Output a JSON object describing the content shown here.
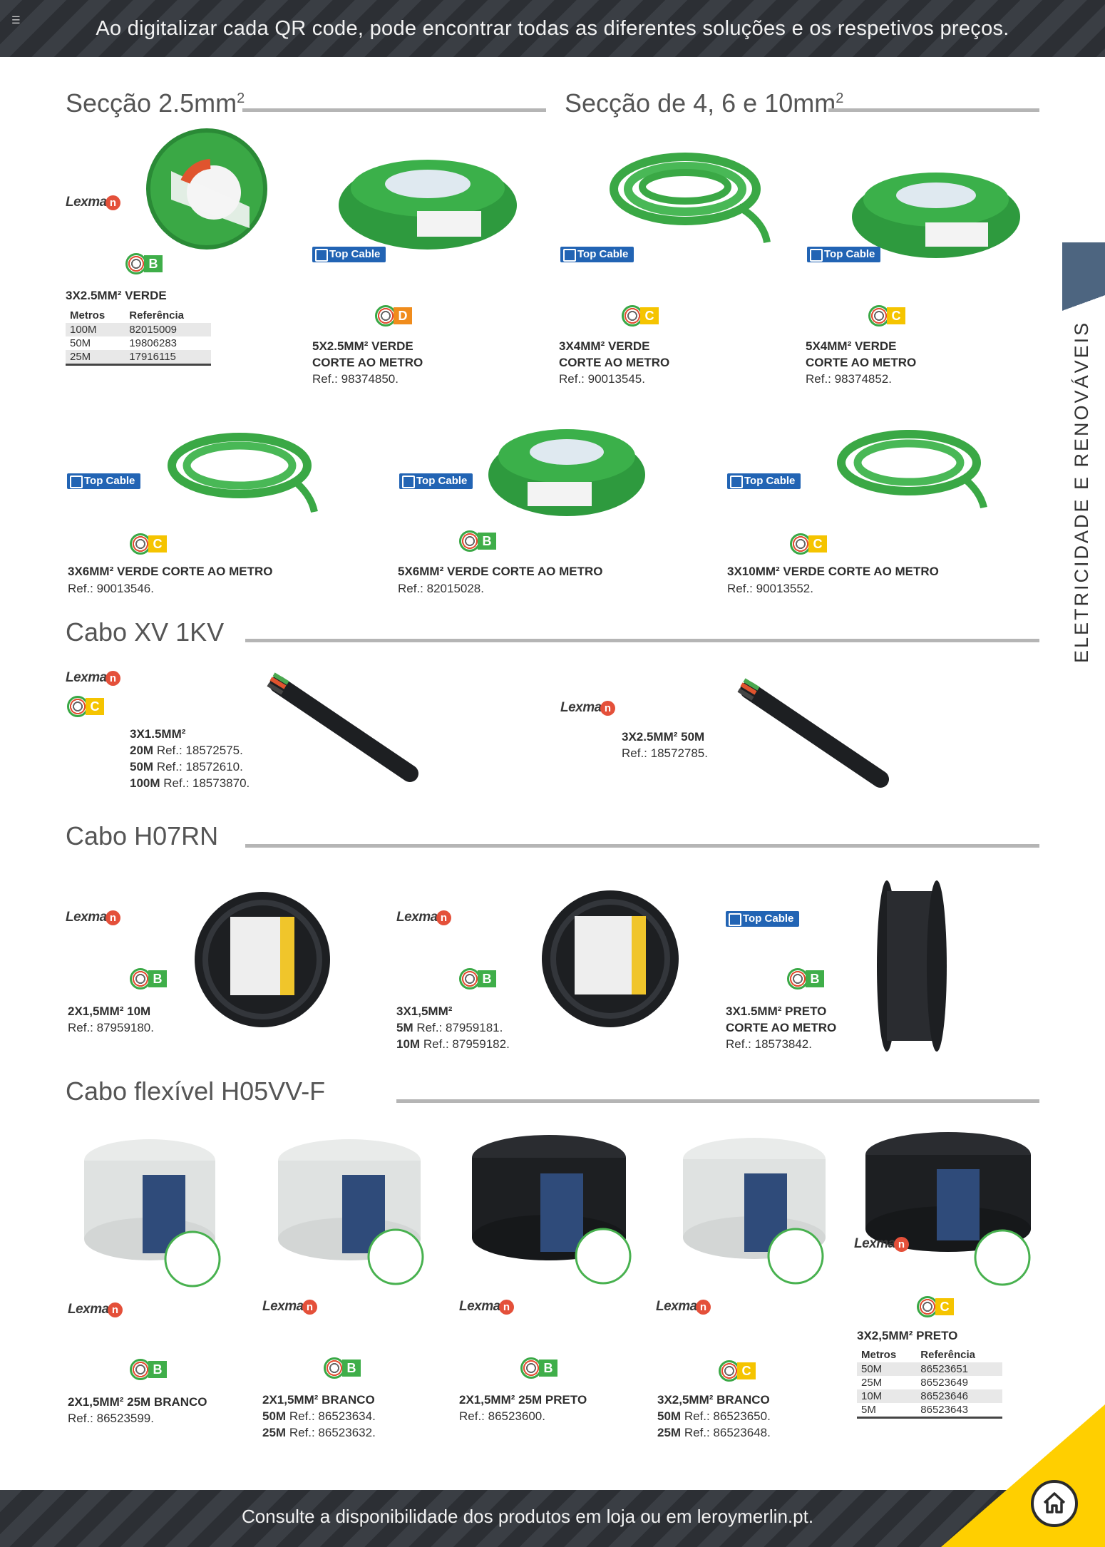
{
  "header": {
    "text": "Ao digitalizar cada QR code, pode encontrar todas as diferentes soluções e os respetivos preços."
  },
  "footer": {
    "text": "Consulte a disponibilidade dos produtos em loja ou em leroymerlin.pt."
  },
  "side_label": "ELETRICIDADE E RENOVÁVEIS",
  "brands": {
    "lexman": "Lexma",
    "lexman_dot": "n",
    "topcable": "Top Cable"
  },
  "sections": {
    "s1": {
      "title": "Secção 2.5mm",
      "sup": "2"
    },
    "s2": {
      "title": "Secção de 4, 6 e 10mm",
      "sup": "2"
    },
    "s3": {
      "title": "Cabo XV 1KV"
    },
    "s4": {
      "title": "Cabo H07RN"
    },
    "s5": {
      "title": "Cabo flexível  H05VV-F"
    }
  },
  "table_headers": {
    "metros": "Metros",
    "referencia": "Referência"
  },
  "products": {
    "p1": {
      "name": "3X2.5MM² VERDE",
      "class": "B",
      "rows": [
        [
          "100M",
          "82015009"
        ],
        [
          "50M",
          "19806283"
        ],
        [
          "25M",
          "17916115"
        ]
      ]
    },
    "p2": {
      "name1": "5X2.5MM² VERDE",
      "name2": "CORTE AO METRO",
      "ref": "Ref.: 98374850.",
      "class": "D"
    },
    "p3": {
      "name1": "3X4MM² VERDE",
      "name2": "CORTE AO METRO",
      "ref": "Ref.: 90013545.",
      "class": "C"
    },
    "p4": {
      "name1": "5X4MM² VERDE",
      "name2": "CORTE AO METRO",
      "ref": "Ref.: 98374852.",
      "class": "C"
    },
    "p5": {
      "name": "3X6MM² VERDE CORTE AO METRO",
      "ref": "Ref.: 90013546.",
      "class": "C"
    },
    "p6": {
      "name": "5X6MM² VERDE CORTE AO METRO",
      "ref": "Ref.: 82015028.",
      "class": "B"
    },
    "p7": {
      "name": "3X10MM² VERDE CORTE AO METRO",
      "ref": "Ref.: 90013552.",
      "class": "C"
    },
    "p8": {
      "name": "3X1.5MM²",
      "class": "C",
      "refs": [
        [
          "20M",
          "Ref.: 18572575."
        ],
        [
          "50M",
          "Ref.: 18572610."
        ],
        [
          "100M",
          "Ref.: 18573870."
        ]
      ]
    },
    "p9": {
      "name": "3X2.5MM² 50M",
      "ref": "Ref.: 18572785."
    },
    "p10": {
      "name": "2X1,5MM² 10M",
      "ref": "Ref.: 87959180.",
      "class": "B"
    },
    "p11": {
      "name": "3X1,5MM²",
      "class": "B",
      "refs": [
        [
          "5M",
          "Ref.: 87959181."
        ],
        [
          "10M",
          "Ref.: 87959182."
        ]
      ]
    },
    "p12": {
      "name1": "3X1.5MM² PRETO",
      "name2": "CORTE AO METRO",
      "ref": "Ref.: 18573842.",
      "class": "B"
    },
    "p13": {
      "name": "2X1,5MM² 25M BRANCO",
      "ref": "Ref.: 86523599.",
      "class": "B"
    },
    "p14": {
      "name": "2X1,5MM² BRANCO",
      "class": "B",
      "refs": [
        [
          "50M",
          "Ref.: 86523634."
        ],
        [
          "25M",
          "Ref.: 86523632."
        ]
      ]
    },
    "p15": {
      "name": "2X1,5MM² 25M PRETO",
      "ref": "Ref.: 86523600.",
      "class": "B"
    },
    "p16": {
      "name": "3X2,5MM² BRANCO",
      "class": "C",
      "refs": [
        [
          "50M",
          "Ref.: 86523650."
        ],
        [
          "25M",
          "Ref.: 86523648."
        ]
      ]
    },
    "p17": {
      "name": "3X2,5MM² PRETO",
      "class": "C",
      "rows": [
        [
          "50M",
          "86523651"
        ],
        [
          "25M",
          "86523649"
        ],
        [
          "10M",
          "86523646"
        ],
        [
          "5M",
          "86523643"
        ]
      ]
    }
  },
  "colors": {
    "green_cable": "#3aa845",
    "black_cable": "#1d1f22",
    "white_cable": "#e9ebea",
    "accent_yellow": "#ffcf00"
  }
}
